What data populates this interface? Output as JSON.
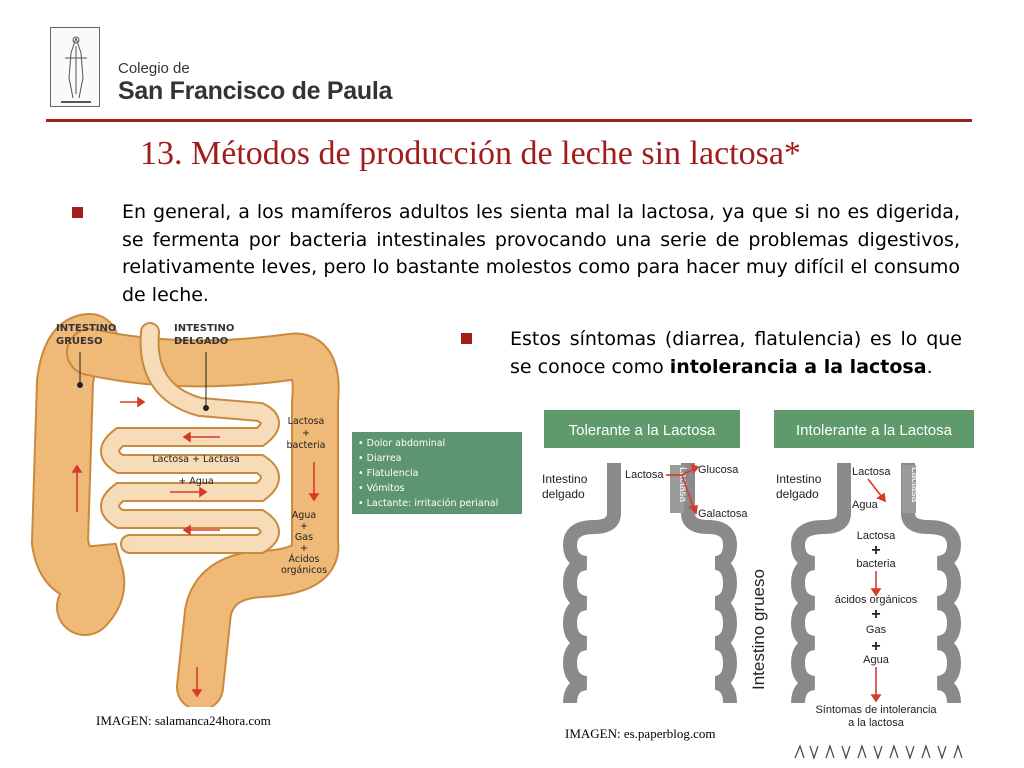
{
  "header": {
    "school_line1": "Colegio de",
    "school_line2": "San Francisco de Paula"
  },
  "title": "13. Métodos de producción de leche sin lactosa*",
  "bullets": {
    "first": "En general, a los mamíferos adultos les sienta mal la lactosa, ya que si no es digerida, se fermenta por bacteria intestinales provocando una serie de problemas digestivos, relativamente leves, pero lo bastante molestos como para hacer muy difícil el consumo de leche.",
    "second_before": "Estos síntomas (diarrea, flatulencia) es lo que se conoce como ",
    "second_bold": "intolerancia a la lactosa",
    "second_after": "."
  },
  "figure_left": {
    "label_intestino_grueso_1": "INTESTINO",
    "label_intestino_grueso_2": "GRUESO",
    "label_intestino_delgado_1": "INTESTINO",
    "label_intestino_delgado_2": "DELGADO",
    "label_lactosa_bacteria": [
      "Lactosa",
      "+",
      "bacteria"
    ],
    "label_lactosa_lactasa": "Lactosa + Lactasa",
    "label_agua": "+ Agua",
    "label_products": [
      "Agua",
      "+",
      "Gas",
      "+",
      "Ácidos",
      "orgánicos"
    ],
    "symptoms": [
      "• Dolor abdominal",
      "• Diarrea",
      "• Flatulencia",
      "• Vómitos",
      "• Lactante: irritación perianal"
    ],
    "colors": {
      "intestine": "#efb978",
      "outline": "#c98a3e",
      "symptom_box": "#5d9572"
    }
  },
  "figure_right": {
    "header_tolerant": "Tolerante a la Lactosa",
    "header_intolerant": "Intolerante a la Lactosa",
    "tolerant": {
      "intestino": [
        "Intestino",
        "delgado"
      ],
      "lactosa": "Lactosa",
      "lactasa": "Lactasa",
      "glucosa": "Glucosa",
      "galactosa": "Galactosa",
      "intestino_grueso": "Intestino grueso"
    },
    "intolerant": {
      "intestino": [
        "Intestino",
        "delgado"
      ],
      "lactosa": "Lactosa",
      "agua": "Agua",
      "lactasa": "Lactasa",
      "chain": [
        "Lactosa",
        "+",
        "bacteria",
        "ácidos orgánicos",
        "+",
        "Gas",
        "+",
        "Agua"
      ],
      "sintomas": [
        "Síntomas de intolerancia",
        "a la lactosa"
      ]
    },
    "colors": {
      "header_bg": "#5e9a6c",
      "wall": "#8a8a8a"
    }
  },
  "captions": {
    "left": "IMAGEN: salamanca24hora.com",
    "right": "IMAGEN: es.paperblog.com"
  },
  "colors": {
    "accent": "#a21c1c"
  }
}
